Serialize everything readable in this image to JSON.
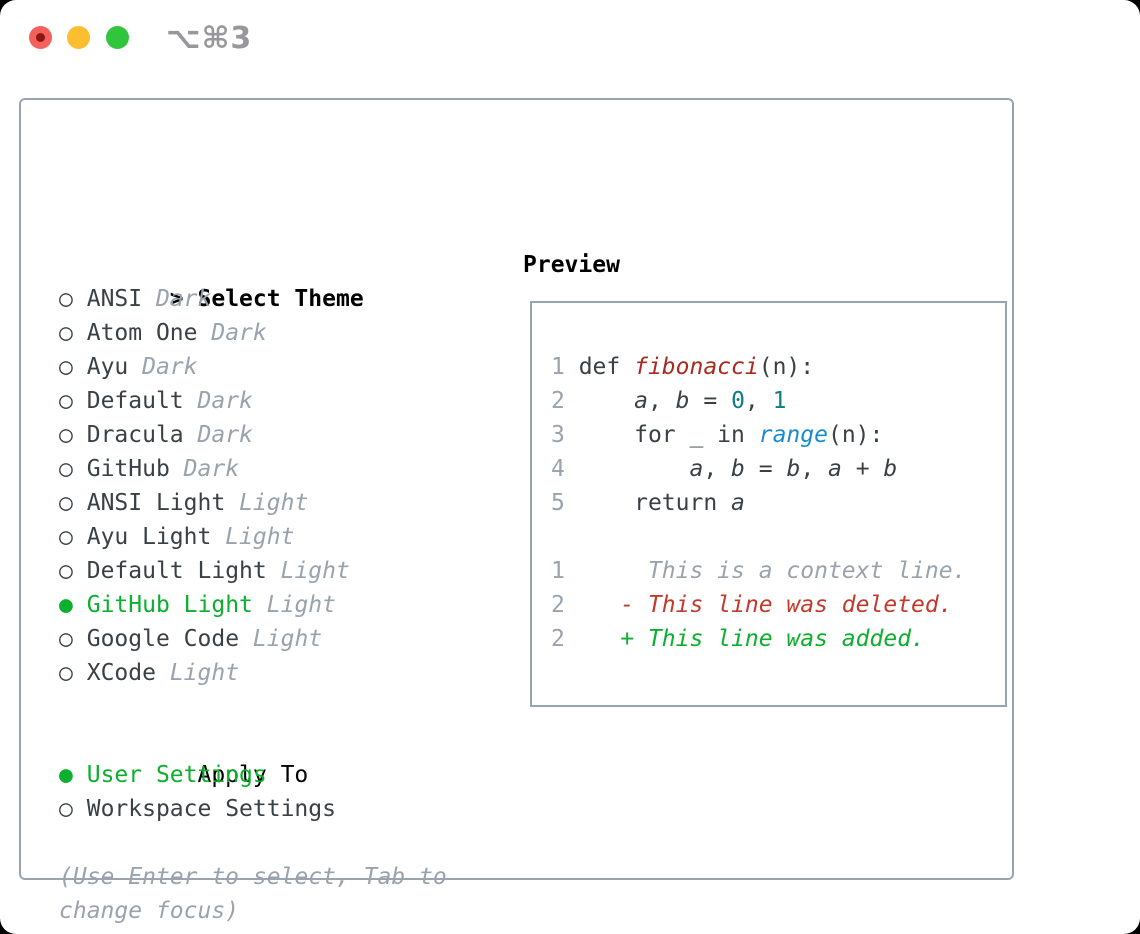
{
  "titlebar": {
    "shortcut_label": "⌥⌘3",
    "traffic_lights": [
      {
        "name": "close-button",
        "color": "#f4615c",
        "dot": "#8c1710"
      },
      {
        "name": "minimize-button",
        "color": "#fcbd2f",
        "dot": null
      },
      {
        "name": "zoom-button",
        "color": "#2fc63d",
        "dot": null
      }
    ]
  },
  "theme_panel": {
    "title_prefix": ">",
    "title": "Select Theme",
    "bullet_unselected": "○",
    "bullet_selected": "●",
    "themes": [
      {
        "name": "ANSI",
        "tag": "Dark",
        "selected": false
      },
      {
        "name": "Atom One",
        "tag": "Dark",
        "selected": false
      },
      {
        "name": "Ayu",
        "tag": "Dark",
        "selected": false
      },
      {
        "name": "Default",
        "tag": "Dark",
        "selected": false
      },
      {
        "name": "Dracula",
        "tag": "Dark",
        "selected": false
      },
      {
        "name": "GitHub",
        "tag": "Dark",
        "selected": false
      },
      {
        "name": "ANSI Light",
        "tag": "Light",
        "selected": false
      },
      {
        "name": "Ayu Light",
        "tag": "Light",
        "selected": false
      },
      {
        "name": "Default Light",
        "tag": "Light",
        "selected": false
      },
      {
        "name": "GitHub Light",
        "tag": "Light",
        "selected": true
      },
      {
        "name": "Google Code",
        "tag": "Light",
        "selected": false
      },
      {
        "name": "XCode",
        "tag": "Light",
        "selected": false
      }
    ],
    "apply_to": {
      "title": "Apply To",
      "options": [
        {
          "name": "User Settings",
          "selected": true
        },
        {
          "name": "Workspace Settings",
          "selected": false
        }
      ]
    },
    "help_line1": "(Use Enter to select, Tab to",
    "help_line2": "change focus)"
  },
  "preview": {
    "title": "Preview",
    "lines": [
      {
        "segments": [
          {
            "text": "1 ",
            "style": "ln"
          },
          {
            "text": "def ",
            "style": "plain"
          },
          {
            "text": "fibonacci",
            "style": "fn"
          },
          {
            "text": "(n):",
            "style": "plain"
          }
        ]
      },
      {
        "segments": [
          {
            "text": "2 ",
            "style": "ln"
          },
          {
            "text": "    ",
            "style": "plain"
          },
          {
            "text": "a",
            "style": "var"
          },
          {
            "text": ", ",
            "style": "plain"
          },
          {
            "text": "b",
            "style": "var"
          },
          {
            "text": " = ",
            "style": "plain"
          },
          {
            "text": "0",
            "style": "num"
          },
          {
            "text": ", ",
            "style": "plain"
          },
          {
            "text": "1",
            "style": "num"
          }
        ]
      },
      {
        "segments": [
          {
            "text": "3 ",
            "style": "ln"
          },
          {
            "text": "    for _ in ",
            "style": "plain"
          },
          {
            "text": "range",
            "style": "builtin"
          },
          {
            "text": "(n):",
            "style": "plain"
          }
        ]
      },
      {
        "segments": [
          {
            "text": "4 ",
            "style": "ln"
          },
          {
            "text": "        ",
            "style": "plain"
          },
          {
            "text": "a",
            "style": "var"
          },
          {
            "text": ", ",
            "style": "plain"
          },
          {
            "text": "b",
            "style": "var"
          },
          {
            "text": " = ",
            "style": "plain"
          },
          {
            "text": "b",
            "style": "var"
          },
          {
            "text": ", ",
            "style": "plain"
          },
          {
            "text": "a",
            "style": "var"
          },
          {
            "text": " + ",
            "style": "plain"
          },
          {
            "text": "b",
            "style": "var"
          }
        ]
      },
      {
        "segments": [
          {
            "text": "5 ",
            "style": "ln"
          },
          {
            "text": "    return ",
            "style": "plain"
          },
          {
            "text": "a",
            "style": "var"
          }
        ]
      },
      {
        "segments": []
      },
      {
        "segments": [
          {
            "text": "1 ",
            "style": "ln"
          },
          {
            "text": "     This is a context line.",
            "style": "ctx"
          }
        ]
      },
      {
        "segments": [
          {
            "text": "2 ",
            "style": "ln"
          },
          {
            "text": "   ",
            "style": "plain"
          },
          {
            "text": "- This line was deleted.",
            "style": "del"
          }
        ]
      },
      {
        "segments": [
          {
            "text": "2 ",
            "style": "ln"
          },
          {
            "text": "   ",
            "style": "plain"
          },
          {
            "text": "+ This line was added.",
            "style": "add"
          }
        ]
      }
    ]
  },
  "colors": {
    "text": "#3a4146",
    "muted_gray": "#99a3ad",
    "selected_green": "#0caf2e",
    "header_black": "#000000",
    "function_red": "#a92a21",
    "builtin_blue": "#1b8bd0",
    "number_teal": "#0d7e85",
    "diff_deleted_red": "#c3392b",
    "diff_added_green": "#0caf2e",
    "border_gray": "#9aa3ae"
  }
}
